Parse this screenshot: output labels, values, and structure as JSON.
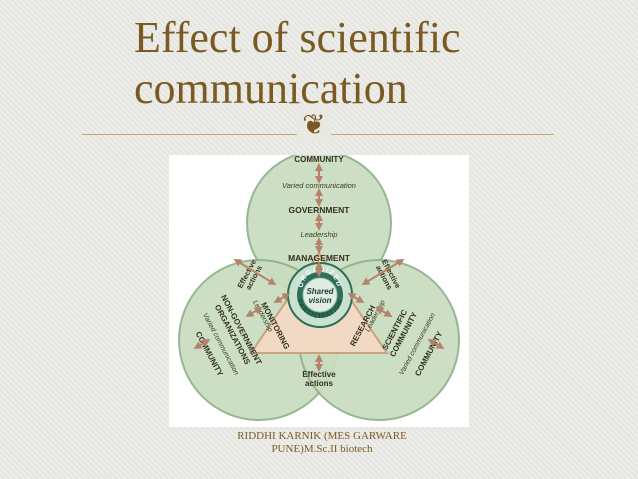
{
  "slide": {
    "title_line1": "Effect of scientific",
    "title_line2": "communication",
    "ornament_icon": "scroll-ornament-icon",
    "ornament_glyph": "❦",
    "caption_line1": "RIDDHI KARNIK (MES GARWARE",
    "caption_line2": "PUNE)M.Sc.II biotech"
  },
  "diagram": {
    "top_circle": {
      "community": "COMMUNITY",
      "varied": "Varied communication",
      "government": "GOVERNMENT",
      "leadership": "Leadership",
      "management": "MANAGEMENT"
    },
    "left_circle": {
      "community": "COMMUNITY",
      "varied": "Varied communication",
      "ngo_line1": "NON-GOVERNMENT",
      "ngo_line2": "ORGANIZATIONS",
      "leadership": "Leadership",
      "monitoring": "MONITORING"
    },
    "right_circle": {
      "community": "COMMUNITY",
      "varied": "Varied communication",
      "sci_line1": "SCIENTIFIC",
      "sci_line2": "COMMUNITY",
      "leadership": "Leadership",
      "research": "RESEARCH"
    },
    "center": {
      "shared_line1": "Shared",
      "shared_line2": "vision",
      "organized": "ORGANIZED",
      "participation": "PARTICIPATION"
    },
    "effective_actions_left_line1": "Effective",
    "effective_actions_left_line2": "actions",
    "effective_actions_right_line1": "Effective",
    "effective_actions_right_line2": "actions",
    "effective_actions_bottom_line1": "Effective",
    "effective_actions_bottom_line2": "actions",
    "colors": {
      "circle_fill": "#c8dcbf",
      "circle_stroke": "#8fb08a",
      "triangle_fill": "#f1d9c3",
      "arrow": "#b5836a",
      "text": "#33301f",
      "italic_text": "#3a3d1f",
      "center_ring": "#2f6f5a"
    }
  }
}
